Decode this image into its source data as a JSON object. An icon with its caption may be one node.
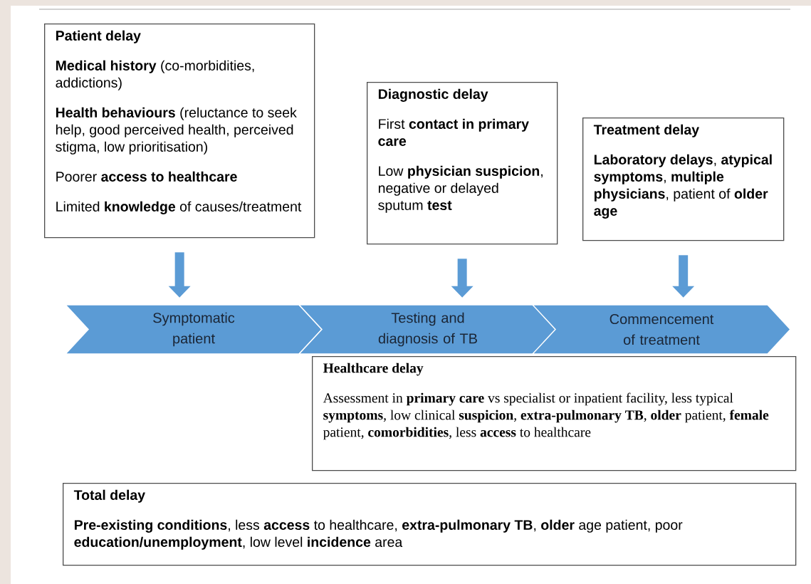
{
  "diagram": {
    "nodes": [
      {
        "text": [
          "Patient delay",
          "**Medical history** (co-morbidities, addictions)",
          "**Health behaviours** (reluctance to seek help, good perceived health, perceived stigma, low prioritisation)",
          "Poorer **access to healthcare**",
          "Limited **knowledge** of causes/treatment"
        ]
      },
      {
        "text": [
          "Diagnostic delay",
          "First **contact in primary care**",
          "Low **physician suspicion**, negative or delayed sputum **test**"
        ]
      },
      {
        "text": [
          "Treatment delay",
          "**Laboratory delays**, **atypical symptoms**, **multiple physicians**, patient of **older age**"
        ]
      },
      {
        "text": [
          "Symptomatic patient"
        ]
      },
      {
        "text": [
          "Testing and diagnosis of TB"
        ]
      },
      {
        "text": [
          "Commencement of treatment"
        ]
      },
      {
        "text": [
          "Healthcare delay",
          "Assessment in **primary care** vs specialist or inpatient facility, less typical **symptoms**, low clinical **suspicion**, **extra-pulmonary TB**, **older** patient, **female** patient, **comorbidities**, less **access** to healthcare"
        ]
      },
      {
        "text": [
          "Total delay",
          "**Pre-existing conditions**, less **access** to healthcare, **extra-pulmonary TB**, **older** age patient, poor **education/unemployment**, low level **incidence** area"
        ]
      }
    ],
    "edges": [
      {
        "from": 0,
        "to": 3,
        "arrow": "to"
      },
      {
        "from": 1,
        "to": 4,
        "arrow": "to"
      },
      {
        "from": 2,
        "to": 5,
        "arrow": "to"
      }
    ]
  }
}
